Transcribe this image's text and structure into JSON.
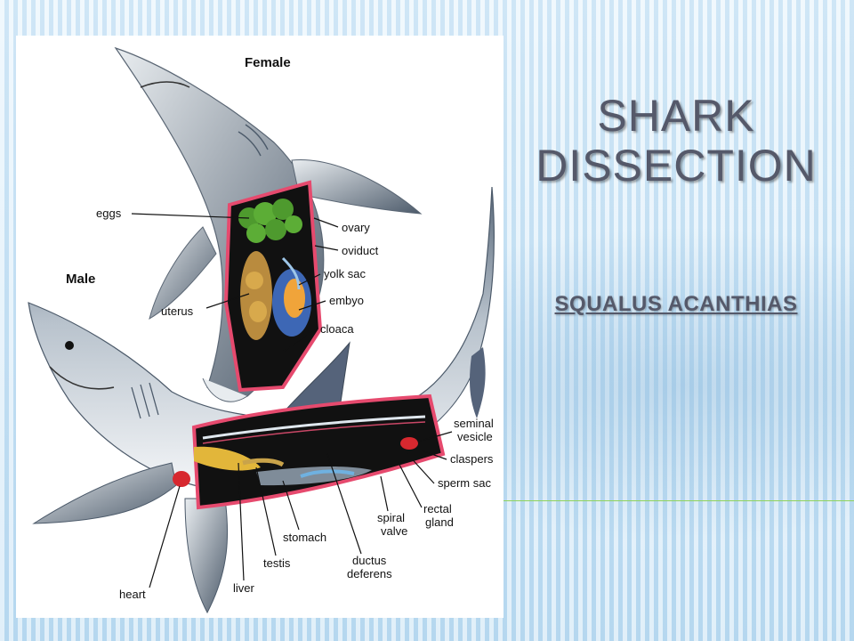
{
  "slide": {
    "title_line1": "SHARK",
    "title_line2": "DISSECTION",
    "subtitle": "SQUALUS  ACANTHIAS"
  },
  "diagram": {
    "female_label": "Female",
    "male_label": "Male",
    "female_parts": {
      "eggs": "eggs",
      "ovary": "ovary",
      "oviduct": "oviduct",
      "yolk_sac": "yolk sac",
      "embyo": "embyo",
      "uterus": "uterus",
      "cloaca": "cloaca"
    },
    "male_parts": {
      "seminal_line1": "seminal",
      "seminal_line2": "vesicle",
      "claspers": "claspers",
      "sperm_sac": "sperm sac",
      "rectal_line1": "rectal",
      "rectal_line2": "gland",
      "spiral_line1": "spiral",
      "spiral_line2": "valve",
      "ductus_line1": "ductus",
      "ductus_line2": "deferens",
      "stomach": "stomach",
      "testis": "testis",
      "liver": "liver",
      "heart": "heart"
    }
  },
  "colors": {
    "title": "#55596a",
    "shark_body": "#d7dde3",
    "shark_dark": "#4c5a6a",
    "cavity_outline": "#e64a6e",
    "green_rule": "#8fd35a"
  }
}
